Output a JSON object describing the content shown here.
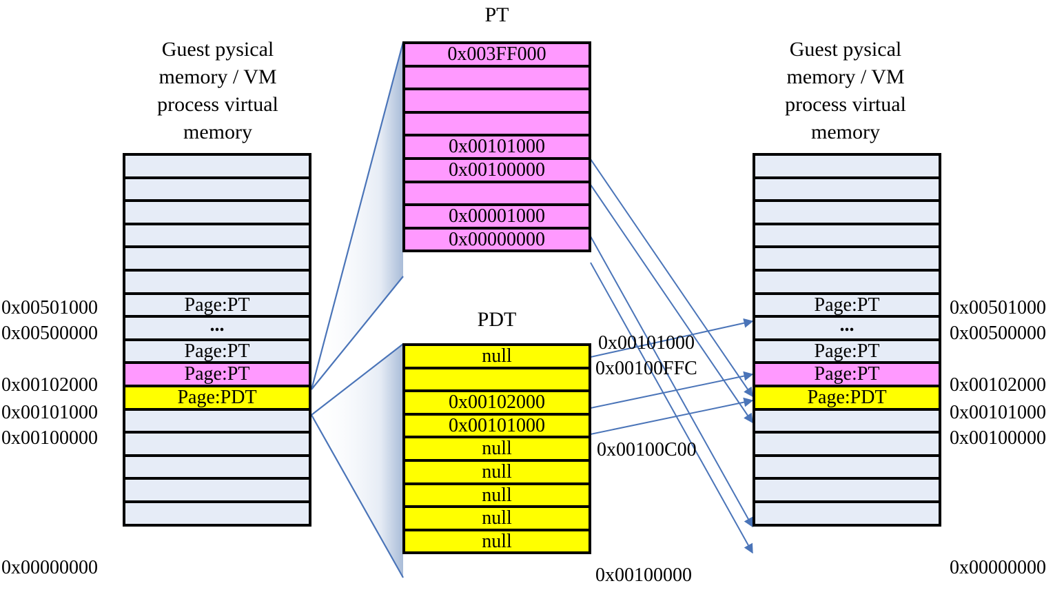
{
  "left_panel": {
    "title": [
      "Guest pysical",
      "memory / VM",
      "process virtual",
      "memory"
    ],
    "cells": [
      "",
      "",
      "",
      "",
      "",
      "",
      "Page:PT",
      "...",
      "Page:PT",
      "Page:PT",
      "Page:PDT",
      "",
      "",
      "",
      "",
      ""
    ],
    "addresses": [
      "0x00501000",
      "0x00500000",
      "0x00102000",
      "0x00101000",
      "0x00100000",
      "0x00000000"
    ]
  },
  "right_panel": {
    "title": [
      "Guest pysical",
      "memory / VM",
      "process virtual",
      "memory"
    ],
    "cells": [
      "",
      "",
      "",
      "",
      "",
      "",
      "Page:PT",
      "...",
      "Page:PT",
      "Page:PT",
      "Page:PDT",
      "",
      "",
      "",
      "",
      ""
    ],
    "addresses": [
      "0x00501000",
      "0x00500000",
      "0x00102000",
      "0x00101000",
      "0x00100000",
      "0x00000000"
    ]
  },
  "pt": {
    "title": "PT",
    "entries": [
      "0x003FF000",
      "",
      "",
      "",
      "0x00101000",
      "0x00100000",
      "",
      "0x00001000",
      "0x00000000"
    ]
  },
  "pdt": {
    "title": "PDT",
    "entries": [
      "null",
      "",
      "0x00102000",
      "0x00101000",
      "null",
      "null",
      "null",
      "null",
      "null"
    ],
    "addresses": [
      "0x00101000",
      "0x00100FFC",
      "0x00100C00",
      "0x00100000"
    ]
  },
  "colors": {
    "memory_cell": "#e6ecf7",
    "pt_page": "#ff99ff",
    "pdt_page": "#ffff00",
    "arrow": "#4a74b8",
    "border": "#000000"
  }
}
